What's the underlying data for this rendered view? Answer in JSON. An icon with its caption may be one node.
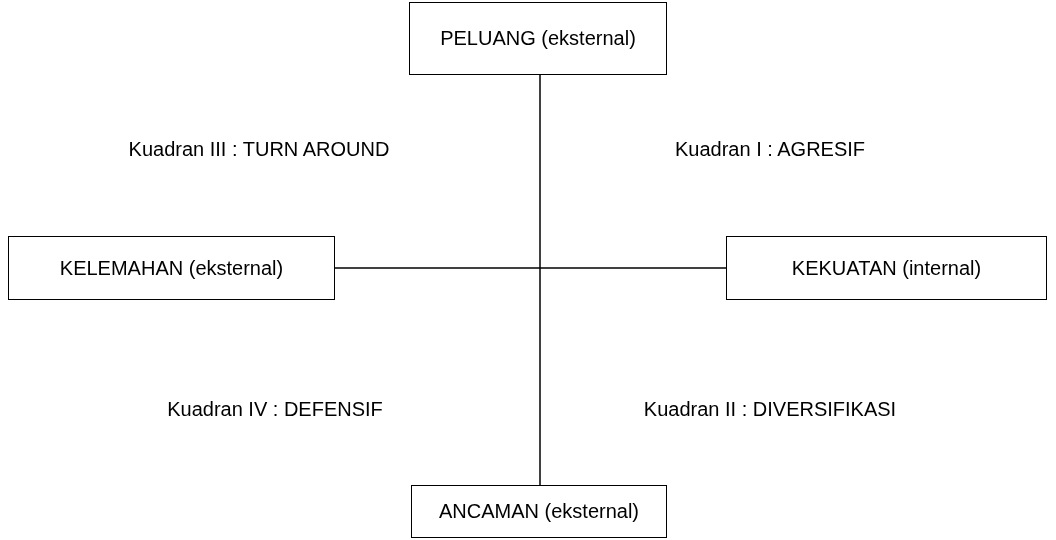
{
  "diagram": {
    "nodes": [
      {
        "text": [
          "PELUANG (eksternal)"
        ]
      },
      {
        "text": [
          "KELEMAHAN (eksternal)"
        ]
      },
      {
        "text": [
          "KEKUATAN (internal)"
        ]
      },
      {
        "text": [
          "ANCAMAN (eksternal)"
        ]
      }
    ],
    "edges": [
      {
        "from": 0,
        "to": 3,
        "arrow": "none"
      },
      {
        "from": 1,
        "to": 2,
        "arrow": "none"
      }
    ],
    "labels": [
      "Kuadran III : TURN AROUND",
      "Kuadran I : AGRESIF",
      "Kuadran IV : DEFENSIF",
      "Kuadran II : DIVERSIFIKASI"
    ]
  }
}
